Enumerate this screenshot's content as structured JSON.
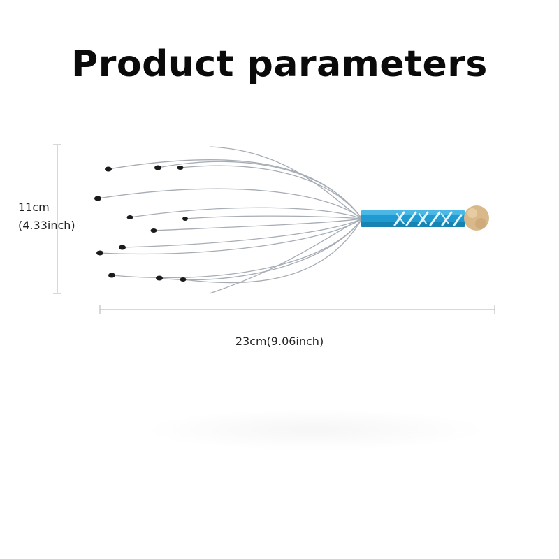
{
  "title": "Product parameters",
  "dimensions": {
    "height_cm": "11cm",
    "height_in": "(4.33inch)",
    "width": "23cm(9.06inch)"
  },
  "product": {
    "icon": "scalp-massager-icon",
    "handle_color": "#1f9bd1",
    "ball_color": "#d9b98a",
    "wire_color": "#9aa0a8",
    "tip_color": "#1a1a1a"
  }
}
